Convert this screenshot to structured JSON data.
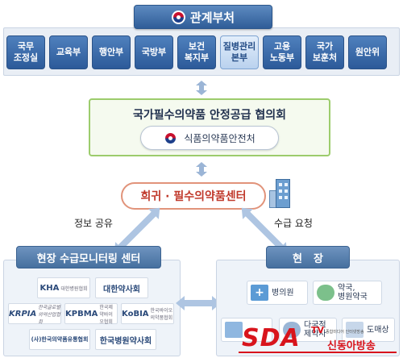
{
  "diagram": {
    "related_ministries": {
      "title": "관계부처",
      "items": [
        {
          "label": "국무\n조정실"
        },
        {
          "label": "교육부"
        },
        {
          "label": "행안부"
        },
        {
          "label": "국방부"
        },
        {
          "label": "보건\n복지부"
        },
        {
          "label": "질병관리\n본부",
          "highlighted": true
        },
        {
          "label": "고용\n노동부"
        },
        {
          "label": "국가\n보훈처"
        },
        {
          "label": "원안위"
        }
      ]
    },
    "council": {
      "title": "국가필수의약품 안정공급 협의회",
      "agency": "식품의약품안전처"
    },
    "center": {
      "title": "희귀 · 필수의약품센터"
    },
    "edges": {
      "info_sharing": "정보 공유",
      "supply_request": "수급 요청"
    },
    "monitoring": {
      "title": "현장 수급모니터링 센터",
      "logos": [
        {
          "name": "KHA",
          "sub": "대한병원협회"
        },
        {
          "name": "대한약사회"
        },
        {
          "name": "KRPIA",
          "sub": "한국글로벌의약산업협회"
        },
        {
          "name": "KPBMA",
          "sub": "한국제약바이오협회"
        },
        {
          "name": "KoBIA",
          "sub": "한국바이오의약품협회"
        },
        {
          "name": "(사)한국의약품유통협회"
        },
        {
          "name": "한국병원약사회"
        }
      ]
    },
    "field": {
      "title": "현장",
      "places": [
        {
          "label": "병의원",
          "icon": "hospital-icon"
        },
        {
          "label": "약국,\n병원약국",
          "icon": "pharmacy-icon"
        },
        {
          "label": "",
          "icon": "lab-icon"
        },
        {
          "label": "다국적\n제약사",
          "icon": "people-icon"
        },
        {
          "label": "도매상",
          "icon": "bottle-icon"
        }
      ]
    },
    "watermark": {
      "brand": "SDA",
      "tv": "TV",
      "subtitle": "종합미디어 인터넷방송",
      "name": "신동아방송"
    },
    "colors": {
      "ministry_blue": "#2c5a99",
      "council_border": "#9ccc6c",
      "center_border": "#e1937a",
      "center_text": "#c0392b",
      "watermark_red": "#d8141c"
    }
  }
}
